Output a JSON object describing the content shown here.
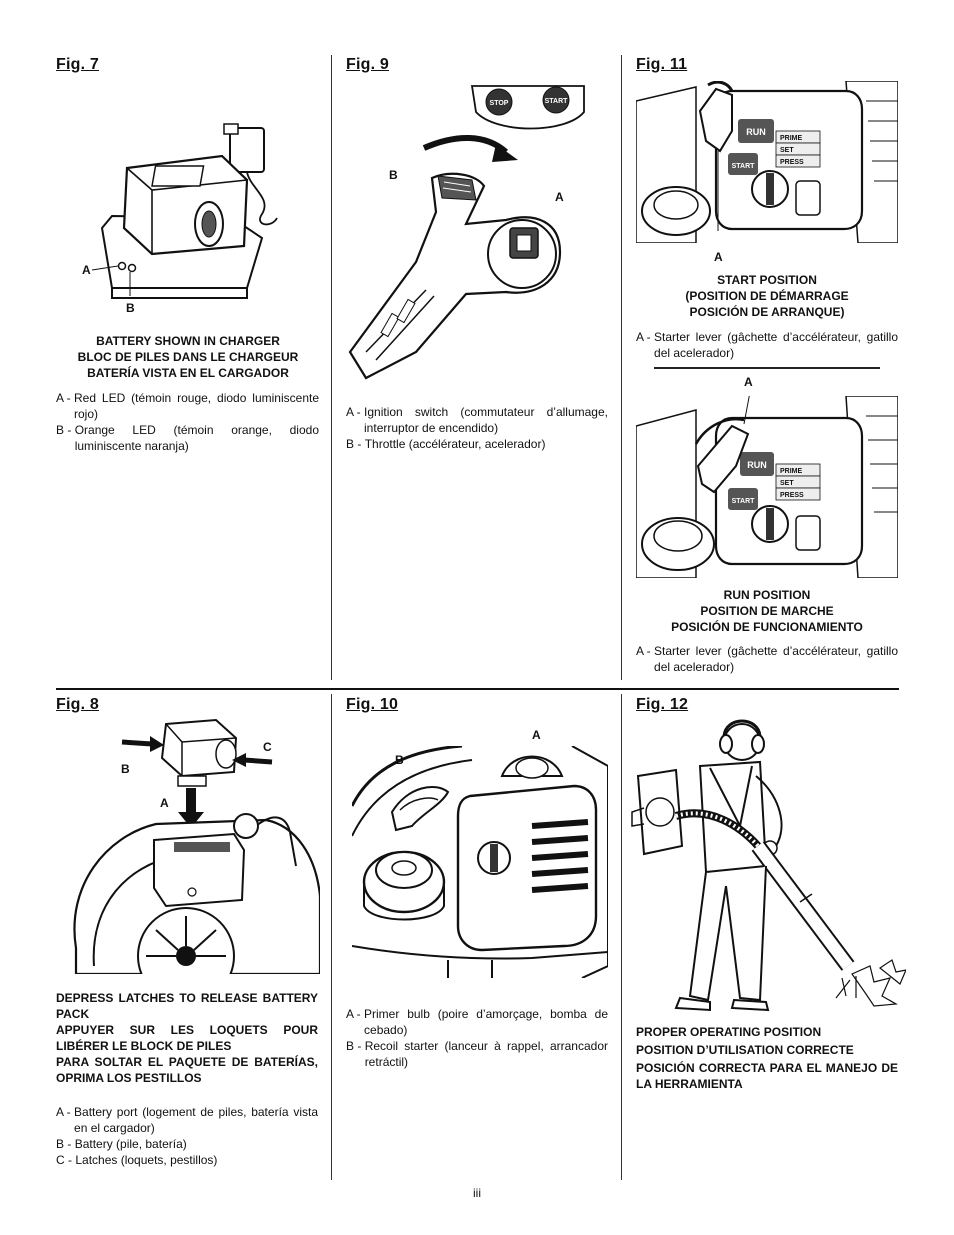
{
  "page_number": "iii",
  "fig7": {
    "title": "Fig. 7",
    "labels": {
      "a": "A",
      "b": "B"
    },
    "caption": [
      "BATTERY SHOWN IN CHARGER",
      "BLOC DE PILES DANS LE CHARGEUR",
      "BATERÍA VISTA EN EL CARGADOR"
    ],
    "legend": [
      {
        "key": "A -",
        "text": "Red LED (témoin rouge, diodo luminiscente rojo)"
      },
      {
        "key": "B -",
        "text": "Orange LED (témoin orange, diodo luminiscente naranja)"
      }
    ]
  },
  "fig8": {
    "title": "Fig. 8",
    "labels": {
      "a": "A",
      "b": "B",
      "c": "C"
    },
    "caption": [
      "DEPRESS LATCHES TO RELEASE BATTERY PACK",
      "APPUYER SUR LES LOQUETS POUR LIBÉRER LE BLOCK DE PILES",
      "PARA SOLTAR EL PAQUETE DE BATERÍAS, OPRIMA LOS PESTILLOS"
    ],
    "legend": [
      {
        "key": "A -",
        "text": "Battery port (logement de piles, batería vista en el cargador)"
      },
      {
        "key": "B -",
        "text": "Battery (pile, batería)"
      },
      {
        "key": "C -",
        "text": "Latches (loquets, pestillos)"
      }
    ]
  },
  "fig9": {
    "title": "Fig. 9",
    "labels": {
      "a": "A",
      "b": "B",
      "stop": "STOP",
      "start": "START"
    },
    "legend": [
      {
        "key": "A -",
        "text": "Ignition switch (commutateur d’allumage, interruptor de encendido)"
      },
      {
        "key": "B -",
        "text": "Throttle (accélérateur, acelerador)"
      }
    ]
  },
  "fig10": {
    "title": "Fig. 10",
    "labels": {
      "a": "A",
      "b": "B"
    },
    "legend": [
      {
        "key": "A -",
        "text": "Primer bulb (poire d’amorçage, bomba de cebado)"
      },
      {
        "key": "B -",
        "text": "Recoil starter (lanceur à rappel, arrancador retráctil)"
      }
    ]
  },
  "fig11": {
    "title": "Fig. 11",
    "panel_text": {
      "run": "RUN",
      "start": "START",
      "prime": "PRIME",
      "set": "SET",
      "press": "PRESS"
    },
    "top": {
      "label": "A",
      "caption": [
        "START POSITION",
        "(POSITION DE DÉMARRAGE",
        "POSICIÓN DE ARRANQUE)"
      ],
      "legend": [
        {
          "key": "A -",
          "text": "Starter lever (gâchette d’accélérateur, gatillo del acelerador)"
        }
      ]
    },
    "bottom": {
      "label": "A",
      "caption": [
        "RUN POSITION",
        "POSITION DE MARCHE",
        "POSICIÓN DE FUNCIONAMIENTO"
      ],
      "legend": [
        {
          "key": "A -",
          "text": "Starter lever (gâchette d’accélérateur, gatillo del acelerador)"
        }
      ]
    }
  },
  "fig12": {
    "title": "Fig. 12",
    "caption": [
      "PROPER OPERATING POSITION",
      "POSITION D’UTILISATION CORRECTE",
      "POSICIÓN CORRECTA PARA EL MANEJO DE LA HERRAMIENTA"
    ]
  }
}
